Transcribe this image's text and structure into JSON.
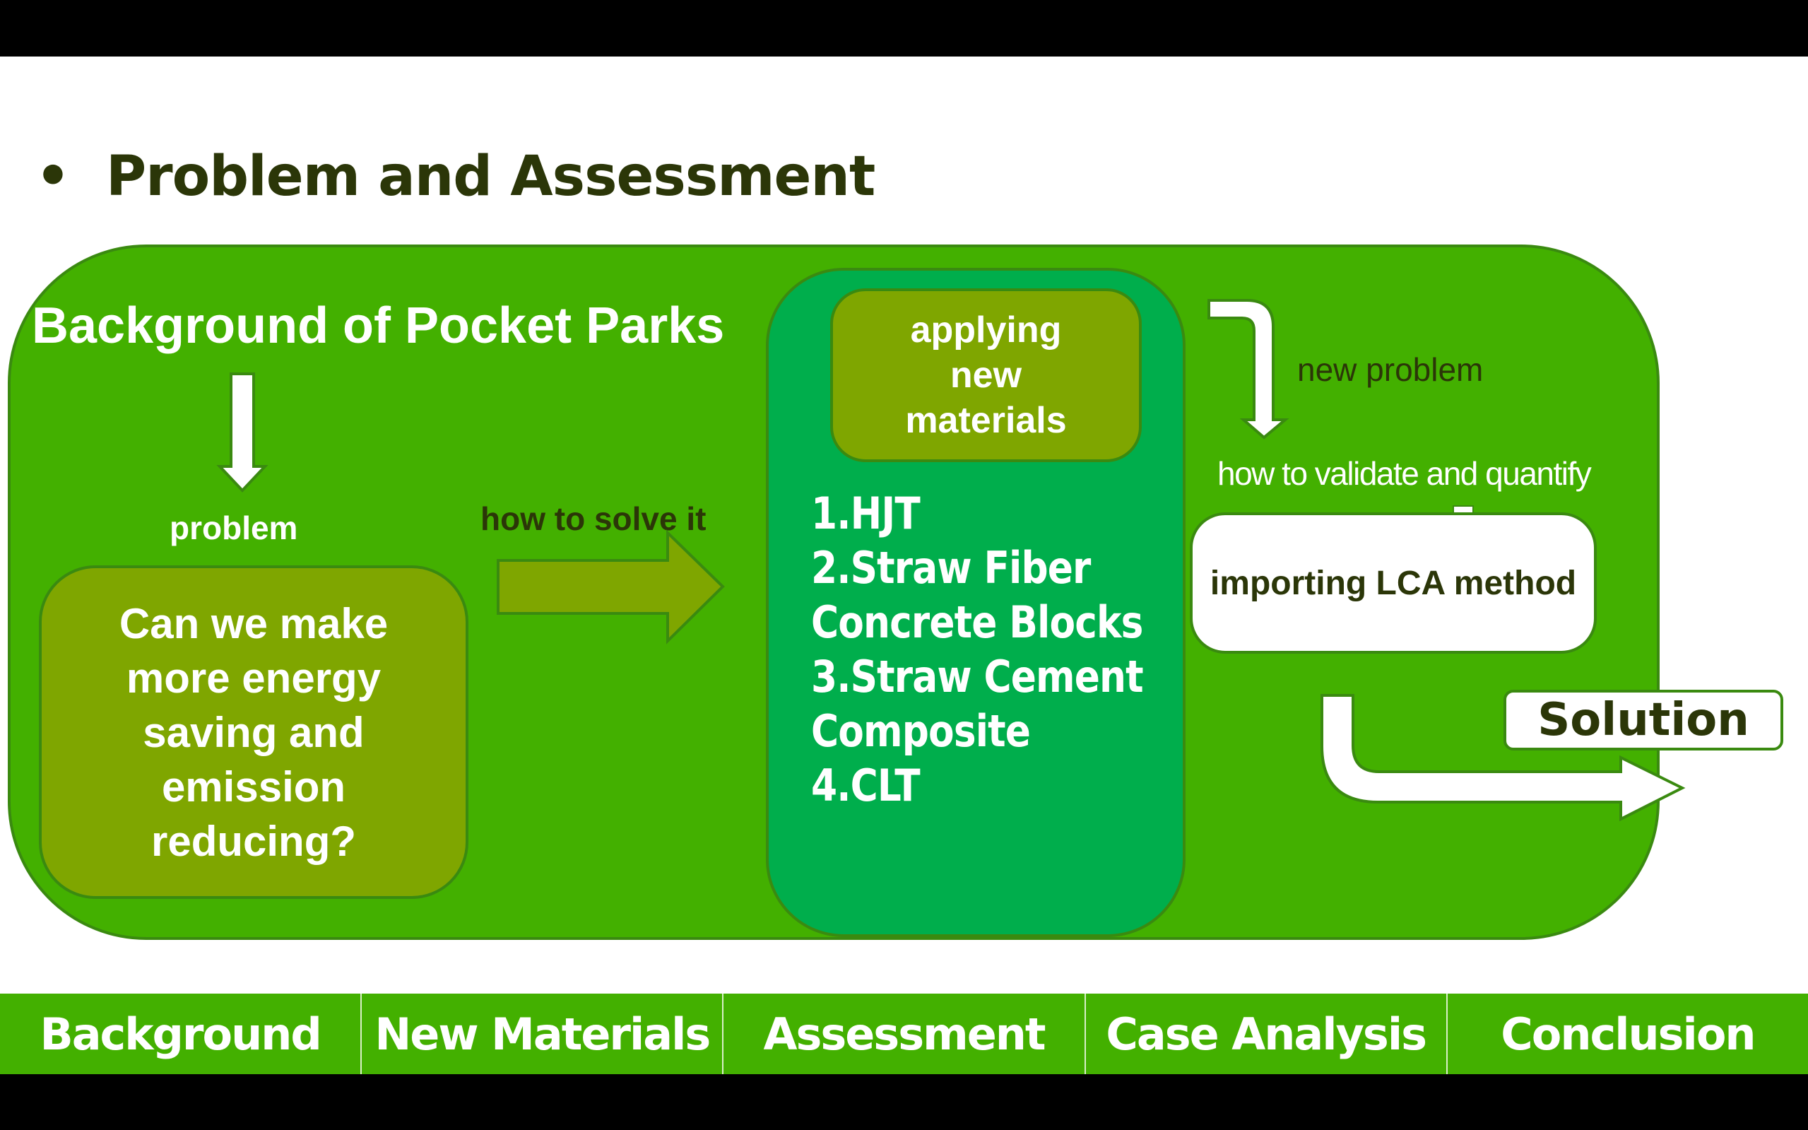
{
  "slide": {
    "bullet": "•",
    "title": "Problem and Assessment"
  },
  "diagram": {
    "background_title": "Background of Pocket Parks",
    "problem_label": "problem",
    "question_lines": [
      "Can we make",
      "more energy",
      "saving and",
      "emission",
      "reducing?"
    ],
    "solve_label": "how to solve it",
    "apply_lines": [
      "applying",
      "new",
      "materials"
    ],
    "materials": [
      "1.HJT",
      "2.Straw Fiber",
      "Concrete Blocks",
      "3.Straw Cement",
      "Composite",
      "4.CLT"
    ],
    "new_problem_label": "new problem",
    "validate_label": "how to validate and quantify",
    "lca_label": "importing LCA method",
    "solution_label": "Solution"
  },
  "nav": {
    "items": [
      "Background",
      "New Materials",
      "Assessment",
      "Case Analysis",
      "Conclusion"
    ]
  },
  "colors": {
    "primary_green": "#43b000",
    "olive": "#7fa600",
    "teal_green": "#00ae4c",
    "border": "#3a8a10",
    "dark_text": "#2b3608"
  }
}
